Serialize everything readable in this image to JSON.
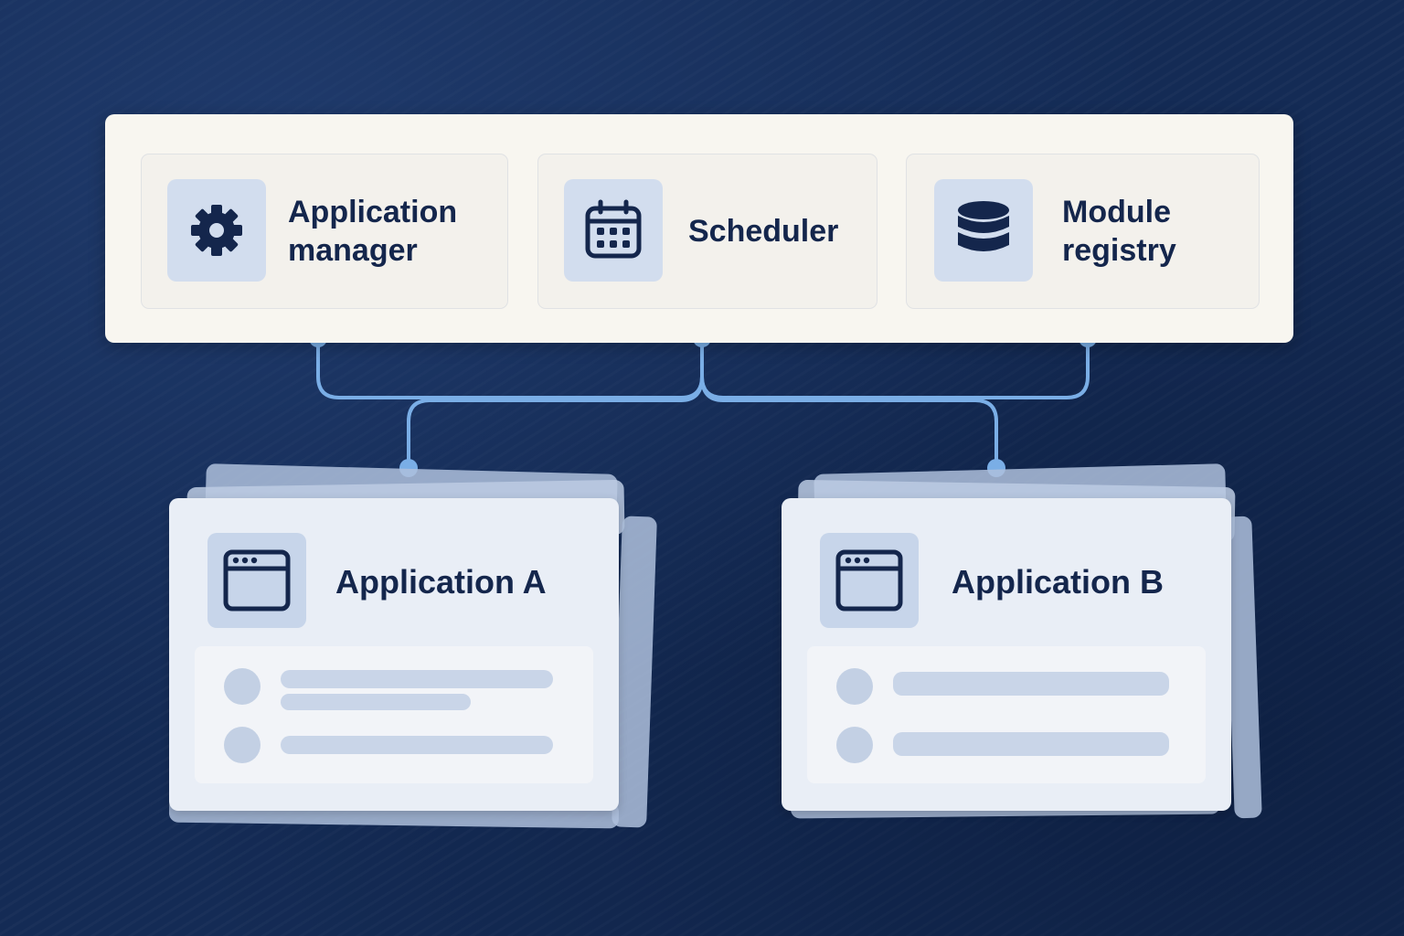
{
  "modules": [
    {
      "label_line1": "Application",
      "label_line2": "manager",
      "icon": "gear-icon"
    },
    {
      "label": "Scheduler",
      "icon": "calendar-icon"
    },
    {
      "label_line1": "Module",
      "label_line2": "registry",
      "icon": "database-icon"
    }
  ],
  "applications": [
    {
      "title": "Application A",
      "icon": "app-window-icon"
    },
    {
      "title": "Application B",
      "icon": "app-window-icon"
    }
  ],
  "colors": {
    "background": "#142b55",
    "panel": "#f8f6f0",
    "icon_tile": "#d2ddee",
    "text": "#14264c",
    "connector": "#7aaee6"
  }
}
